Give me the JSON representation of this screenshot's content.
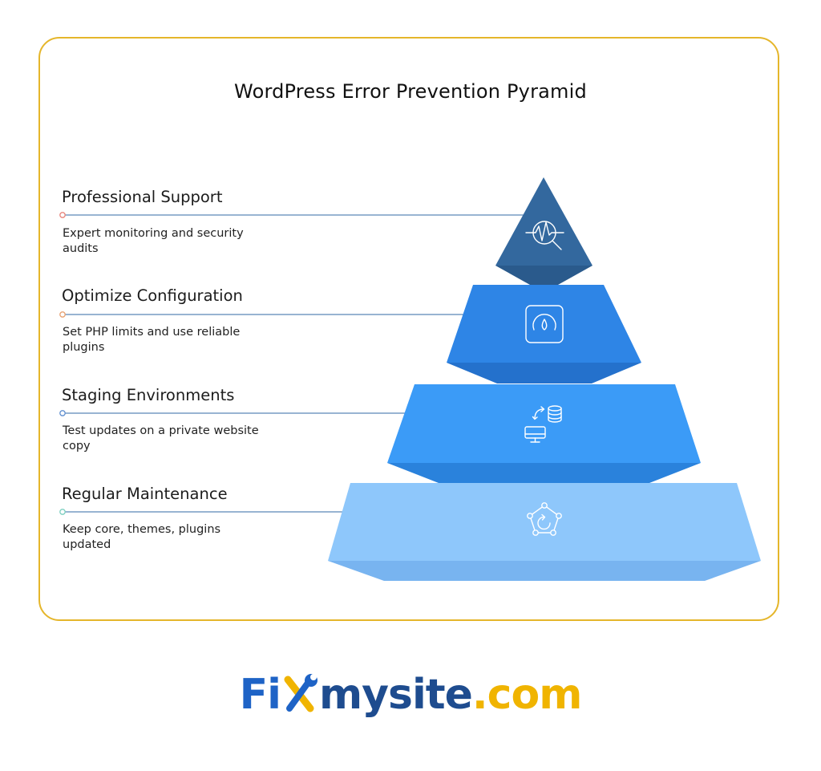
{
  "title": "WordPress Error Prevention Pyramid",
  "colors": {
    "frame_border": "#e5b62b",
    "tier_top": "#33689e",
    "tier_2": "#2e85e6",
    "tier_3": "#3b9bf7",
    "tier_4": "#8ec7fb",
    "logo_blue": "#1e63c6",
    "logo_gold": "#f0b400"
  },
  "layers": [
    {
      "heading": "Professional Support",
      "description": "Expert monitoring and security audits",
      "icon": "monitoring-magnifier-icon",
      "marker_color": "#e8837a"
    },
    {
      "heading": "Optimize Configuration",
      "description": "Set PHP limits and use reliable plugins",
      "icon": "gauge-icon",
      "marker_color": "#e8a070"
    },
    {
      "heading": "Staging Environments",
      "description": "Test updates on a private website copy",
      "icon": "server-sync-icon",
      "marker_color": "#5f8fd0"
    },
    {
      "heading": "Regular Maintenance",
      "description": "Keep core, themes, plugins updated",
      "icon": "maintenance-cycle-icon",
      "marker_color": "#7ccfc0"
    }
  ],
  "logo": {
    "part1": "Fi",
    "part2": "mysite",
    "part3": ".com",
    "icon": "wrench-screwdriver-icon"
  }
}
